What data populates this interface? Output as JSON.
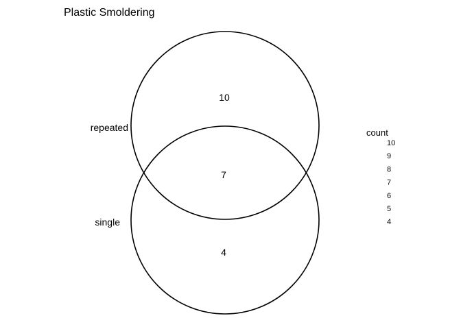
{
  "title": "Plastic Smoldering",
  "venn": {
    "sets": [
      {
        "label": "repeated",
        "only_count": "10"
      },
      {
        "label": "single",
        "only_count": "4"
      }
    ],
    "intersection_count": "7"
  },
  "legend": {
    "title": "count",
    "values": [
      "10",
      "9",
      "8",
      "7",
      "6",
      "5",
      "4"
    ]
  },
  "colors": {
    "circle_stroke": "#000000",
    "text": "#000000",
    "background": "#ffffff"
  }
}
